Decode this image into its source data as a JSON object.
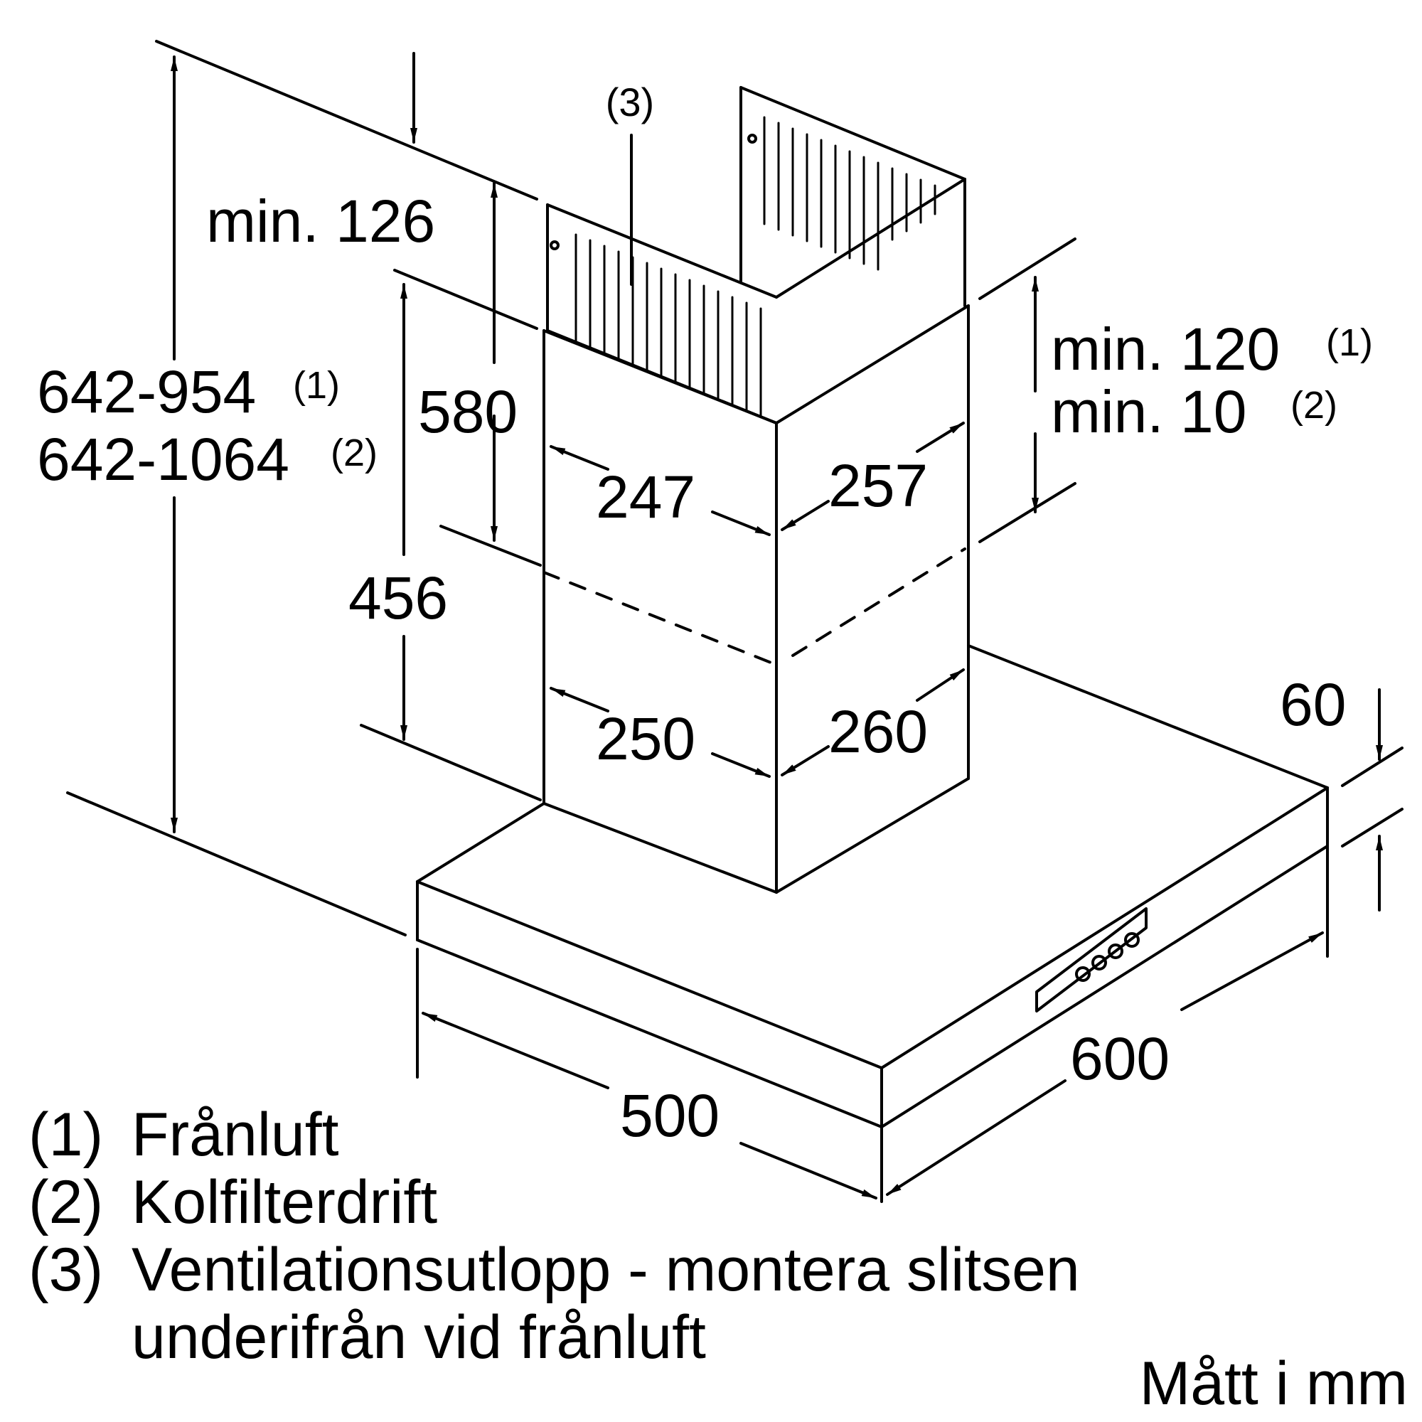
{
  "diagram": {
    "callout_3": "(3)",
    "dimensions": {
      "total_height_1": "642-954",
      "total_height_1_note": "(1)",
      "total_height_2": "642-1064",
      "total_height_2_note": "(2)",
      "min_top": "min. 126",
      "chimney_upper": "580",
      "chimney_lower": "456",
      "upper_depth": "247",
      "upper_width": "257",
      "lower_depth": "250",
      "lower_width": "260",
      "min_gap_1": "min. 120",
      "min_gap_1_note": "(1)",
      "min_gap_2": "min. 10",
      "min_gap_2_note": "(2)",
      "canopy_height": "60",
      "canopy_width": "600",
      "canopy_depth": "500"
    }
  },
  "legend": [
    {
      "num": "(1)",
      "text": "Frånluft"
    },
    {
      "num": "(2)",
      "text": "Kolfilterdrift"
    },
    {
      "num": "(3)",
      "text": "Ventilationsutlopp - montera slitsen"
    },
    {
      "num": "",
      "text": "underifrån vid frånluft"
    }
  ],
  "units_note": "Mått i mm"
}
